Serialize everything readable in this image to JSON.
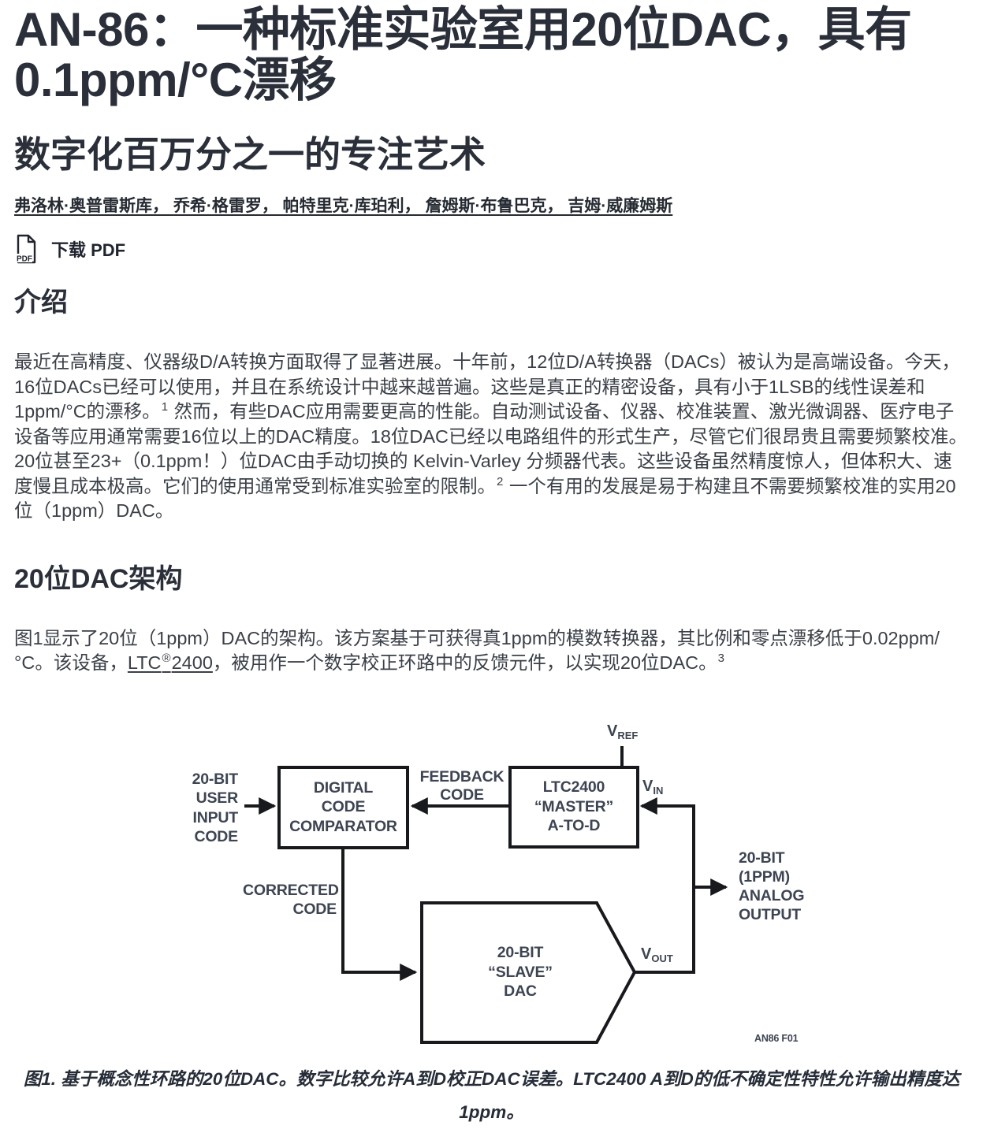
{
  "header": {
    "title": "AN-86：一种标准实验室用20位DAC，具有0.1ppm/°C漂移",
    "subtitle": "数字化百万分之一的专注艺术",
    "authors": "弗洛林·奥普雷斯库， 乔希·格雷罗， 帕特里克·库珀利， 詹姆斯·布鲁巴克， 吉姆·威廉姆斯",
    "download_pdf_label": "下载 PDF",
    "pdf_icon": {
      "name": "pdf-document-icon",
      "glyph_text": "PDF",
      "color": "#1f242e"
    }
  },
  "sections": {
    "intro": {
      "heading": "介绍",
      "paragraph": [
        {
          "t": "最近在高精度、仪器级D/A转换方面取得了显著进展。十年前，12位D/A转换器（DACs）被认为是高端设备。今天，16位DACs已经可以使用，并且在系统设计中越来越普遍。这些是真正的精密设备，具有小于1LSB的线性误差和1ppm/°C的漂移。"
        },
        {
          "t": "1",
          "style": "sup"
        },
        {
          "t": " 然而，有些DAC应用需要更高的性能。自动测试设备、仪器、校准装置、激光微调器、医疗电子设备等应用通常需要16位以上的DAC精度。18位DAC已经以电路组件的形式生产，尽管它们很昂贵且需要频繁校准。20位甚至23+（0.1ppm！）位DAC由手动切换的 Kelvin-Varley 分频器代表。这些设备虽然精度惊人，但体积大、速度慢且成本极高。它们的使用通常受到标准实验室的限制。"
        },
        {
          "t": "2",
          "style": "sup"
        },
        {
          "t": " 一个有用的发展是易于构建且不需要频繁校准的实用20位（1ppm）DAC。"
        }
      ]
    },
    "architecture": {
      "heading": "20位DAC架构",
      "paragraph": [
        {
          "t": "图1显示了20位（1ppm）DAC的架构。该方案基于可获得真1ppm的模数转换器，其比例和零点漂移低于0.02ppm/°C。该设备，"
        },
        {
          "style": "link",
          "name": "ltc2400-link",
          "parts": [
            {
              "t": "LTC"
            },
            {
              "t": "®",
              "style": "sup"
            },
            {
              "t": "2400"
            }
          ]
        },
        {
          "t": "，被用作一个数字校正环路中的反馈元件，以实现20位DAC。"
        },
        {
          "t": "3",
          "style": "sup"
        }
      ]
    }
  },
  "figure": {
    "caption": "图1. 基于概念性环路的20位DAC。数字比较允许A到D校正DAC误差。LTC2400 A到D的低不确定性特性允许输出精度达1ppm。",
    "fig_id": "AN86 F01",
    "blocks": {
      "comparator": "DIGITAL\nCODE\nCOMPARATOR",
      "master_adc": "LTC2400\n“MASTER”\nA-TO-D",
      "slave_dac": "20-BIT\n“SLAVE”\nDAC"
    },
    "labels": {
      "user_input": "20-BIT\nUSER\nINPUT\nCODE",
      "feedback": "FEEDBACK\nCODE",
      "corrected": "CORRECTED\nCODE",
      "analog_output": "20-BIT\n(1PPM)\nANALOG\nOUTPUT",
      "vref": {
        "base": "V",
        "sub": "REF"
      },
      "vin": {
        "base": "V",
        "sub": "IN"
      },
      "vout": {
        "base": "V",
        "sub": "OUT"
      }
    },
    "colors": {
      "line": "#17191d",
      "text": "#3d4452"
    }
  }
}
